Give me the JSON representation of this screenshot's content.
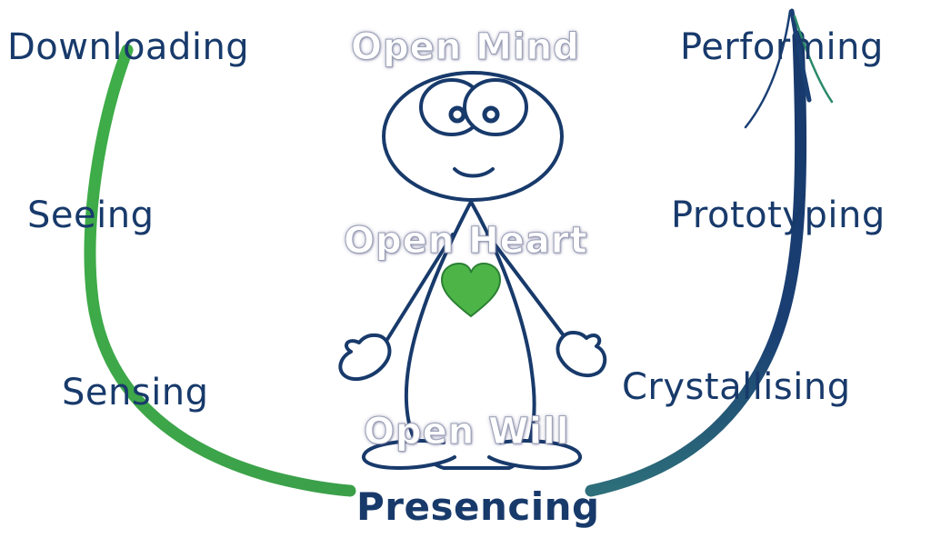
{
  "stages": {
    "downloading": "Downloading",
    "seeing": "Seeing",
    "sensing": "Sensing",
    "presencing": "Presencing",
    "crystallising": "Crystallising",
    "prototyping": "Prototyping",
    "performing": "Performing"
  },
  "openness": {
    "mind": "Open Mind",
    "heart": "Open Heart",
    "will": "Open Will"
  },
  "colors": {
    "text": "#183a6b",
    "left_arc": "#3aa845",
    "right_arc": "#1a3f73",
    "heart": "#4db547",
    "outline": "#183a6b"
  }
}
